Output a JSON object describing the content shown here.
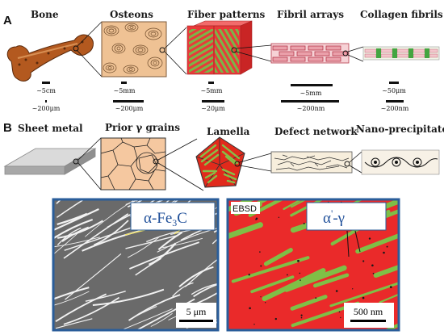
{
  "panel_a": {
    "letter": "A",
    "titles": [
      "Bone",
      "Osteons",
      "Fiber patterns",
      "Fibril arrays",
      "Collagen fibrils"
    ],
    "scales": [
      [
        "~5cm",
        "~200μm"
      ],
      [
        "~5mm",
        "~200μm"
      ],
      [
        "~5mm",
        "~20μm"
      ],
      [
        "~5mm",
        "~200nm"
      ],
      [
        "~50μm",
        "~200nm"
      ]
    ]
  },
  "panel_b": {
    "letter": "B",
    "titles": [
      "Sheet metal",
      "Prior γ grains",
      "Lamella",
      "Defect network",
      "Nano-precipitates"
    ]
  },
  "micrographs": {
    "left": {
      "label_main": "α-Fe",
      "label_sub": "3",
      "label_end": "C",
      "scalebar": "5 μm"
    },
    "right": {
      "label_main": "α",
      "label_prime": "'",
      "label_end": "-γ",
      "scalebar": "500 nm",
      "tag": "EBSD"
    }
  },
  "colors": {
    "bone": "#b3591f",
    "osteon": "#efc294",
    "fiber_red": "#e83a3a",
    "fiber_green": "#7ab648",
    "fibril_pink": "#eaa0aa",
    "grain_fill": "#f5c8a0",
    "lamella_red": "#e12a1c",
    "lamella_green": "#86c048",
    "steel_gray": "#bdbdbd",
    "frame_blue": "#2a5d9a",
    "ebsd_red": "#ea2a2a",
    "ebsd_green": "#7fbf46",
    "label_blue": "#1f4f99"
  }
}
